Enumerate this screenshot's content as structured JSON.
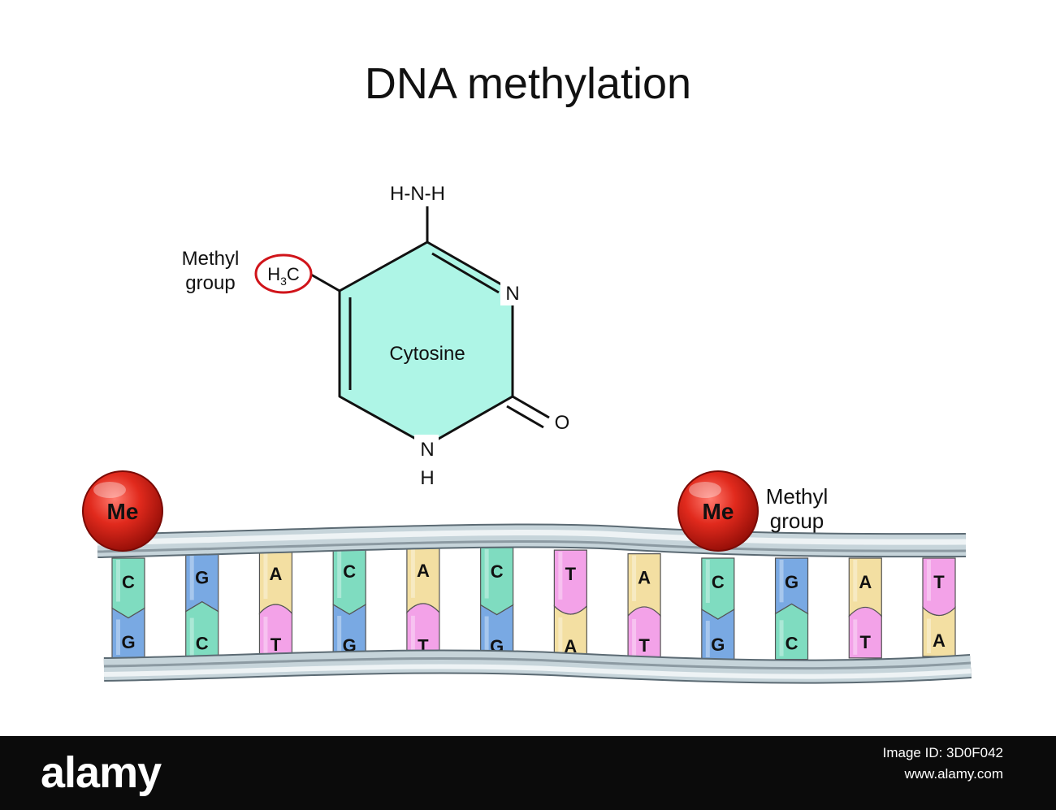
{
  "title": "DNA methylation",
  "molecule": {
    "name": "Cytosine",
    "amine": "H-N-H",
    "methyl_label_line1": "Methyl",
    "methyl_label_line2": "group",
    "methyl_formula_h": "H",
    "methyl_formula_sub": "3",
    "methyl_formula_c": "C",
    "ring_nitrogen": "N",
    "oxygen": "O",
    "nh_n": "N",
    "nh_h": "H"
  },
  "dna": {
    "top_strand": [
      "C",
      "G",
      "A",
      "C",
      "A",
      "C",
      "T",
      "A",
      "C",
      "G",
      "A",
      "T"
    ],
    "bottom_strand": [
      "G",
      "C",
      "T",
      "G",
      "T",
      "G",
      "A",
      "T",
      "G",
      "C",
      "T",
      "A"
    ],
    "methyl_marker": "Me",
    "methyl_label_line1": "Methyl",
    "methyl_label_line2": "group"
  },
  "colors": {
    "C": "#7fdcc0",
    "G": "#79a9e3",
    "A": "#f3dfa2",
    "T": "#f3a2e8",
    "ring_fill": "#aef5e6",
    "methyl_ball": "#d61a12",
    "strand": "#c6d4da"
  },
  "footer": {
    "logo": "alamy",
    "image_id_label": "Image ID: 3D0F042",
    "website": "www.alamy.com"
  }
}
